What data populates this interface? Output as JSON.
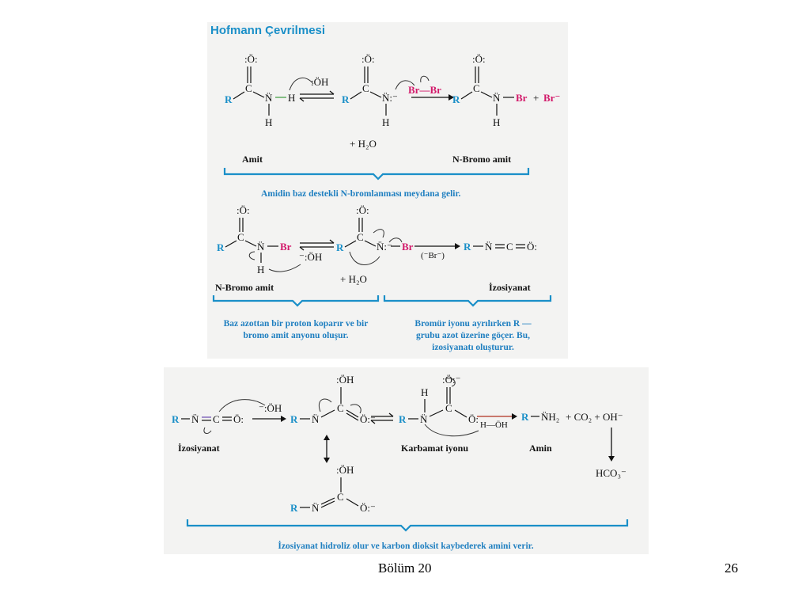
{
  "title": "Hofmann Çevrilmesi",
  "step1": {
    "label_left": "Amit",
    "label_right": "N-Bromo amit",
    "water": "+ H₂O",
    "reagent_base": ":ÖH",
    "reagent_br2": "Br—Br",
    "product_plus": "+",
    "product_br": "Br⁻",
    "caption": "Amidin baz destekli N-bromlanması meydana gelir."
  },
  "step2": {
    "label_left": "N-Bromo amit",
    "label_right": "İzosiyanat",
    "water": "+ H₂O",
    "reagent_base": "⁻:ÖH",
    "loss": "(⁻Br⁻)",
    "caption_left": [
      "Baz azottan bir proton koparır ve bir",
      "bromo amit anyonu oluşur."
    ],
    "caption_right": [
      "Bromür iyonu ayrılırken R —",
      "grubu azot üzerine göçer. Bu,",
      "izosiyanatı oluşturur."
    ]
  },
  "step3": {
    "label_isocyanate": "İzosiyanat",
    "label_carbamate": "Karbamat iyonu",
    "label_amine": "Amin",
    "reagent_base": "⁻:ÖH",
    "products": "+ CO₂ + OH⁻",
    "bicarbonate": "HCO₃⁻",
    "caption": "İzosiyanat hidroliz olur ve karbon dioksit kaybederek amini verir."
  },
  "footer": {
    "chapter": "Bölüm 20",
    "page": "26"
  }
}
